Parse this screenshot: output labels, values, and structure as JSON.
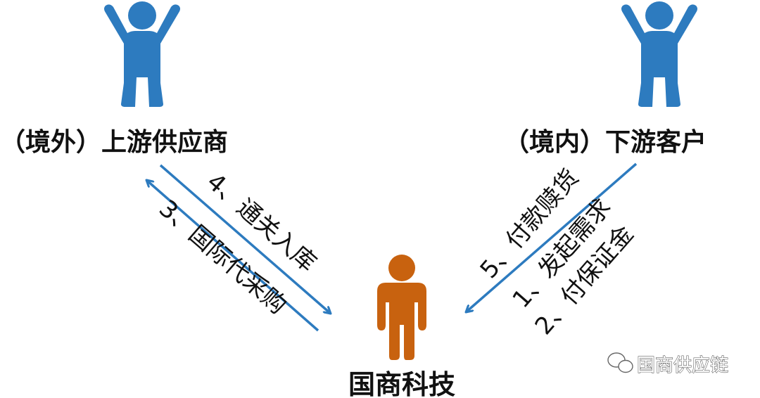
{
  "nodes": {
    "upstream": {
      "label": "（境外）上游供应商",
      "color": "#2d7bbf"
    },
    "downstream": {
      "label": "（境内）下游客户",
      "color": "#2d7bbf"
    },
    "center": {
      "label": "国商科技",
      "color": "#c8620f"
    }
  },
  "edges": {
    "left_top": {
      "label": "4、通关入库",
      "from": "upstream",
      "to": "center"
    },
    "left_bottom": {
      "label": "3、国际代采购",
      "from": "center",
      "to": "upstream"
    },
    "right_top": {
      "label": "5、付款赎货",
      "from": "downstream",
      "to": "center"
    },
    "right_mid": {
      "label": "1、发起需求",
      "from": "downstream",
      "to": "center"
    },
    "right_bottom": {
      "label": "2、付保证金",
      "from": "downstream",
      "to": "center"
    }
  },
  "arrow_color": "#2d7bbf",
  "watermark": {
    "text": "国商供应链",
    "icon": "wechat-icon"
  }
}
